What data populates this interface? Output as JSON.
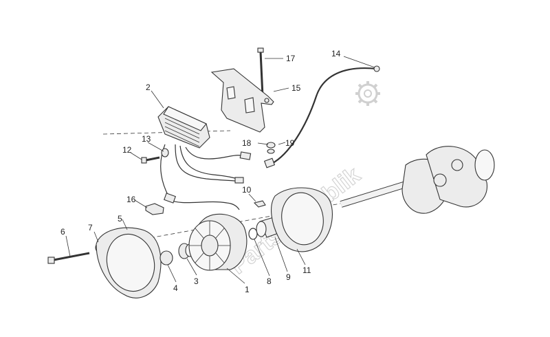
{
  "watermark": {
    "text": "PartsRepublik"
  },
  "callouts": [
    {
      "id": "1",
      "label": "1"
    },
    {
      "id": "2",
      "label": "2"
    },
    {
      "id": "3",
      "label": "3"
    },
    {
      "id": "4",
      "label": "4"
    },
    {
      "id": "5",
      "label": "5"
    },
    {
      "id": "6",
      "label": "6"
    },
    {
      "id": "7",
      "label": "7"
    },
    {
      "id": "8",
      "label": "8"
    },
    {
      "id": "9",
      "label": "9"
    },
    {
      "id": "10",
      "label": "10"
    },
    {
      "id": "11",
      "label": "11"
    },
    {
      "id": "12",
      "label": "12"
    },
    {
      "id": "13",
      "label": "13"
    },
    {
      "id": "14",
      "label": "14"
    },
    {
      "id": "15",
      "label": "15"
    },
    {
      "id": "16",
      "label": "16"
    },
    {
      "id": "17",
      "label": "17"
    },
    {
      "id": "18",
      "label": "18"
    },
    {
      "id": "19",
      "label": "19"
    }
  ],
  "icons": {
    "watermark_logo": "gear-icon"
  }
}
